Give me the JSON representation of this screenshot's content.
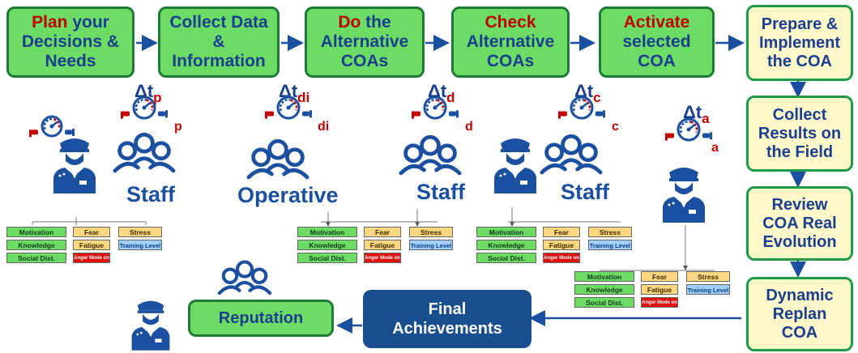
{
  "process": {
    "plan": {
      "highlight": "Plan",
      "rest_line1": " your",
      "line2": "Decisions &",
      "line3": "Needs"
    },
    "collect": {
      "line1": "Collect Data",
      "line2": "&",
      "line3": "Information"
    },
    "do": {
      "highlight": "Do",
      "rest_line1": " the",
      "line2": "Alternative",
      "line3": "COAs"
    },
    "check": {
      "highlight": "Check",
      "line2": "Alternative",
      "line3": "COAs"
    },
    "activate": {
      "highlight": "Activate",
      "line2": "selected",
      "line3": "COA"
    }
  },
  "right_column": {
    "prepare": "Prepare &\nImplement\nthe COA",
    "collect_results": "Collect\nResults on\nthe Field",
    "review": "Review\nCOA Real\nEvolution",
    "replan": "Dynamic\nReplan\nCOA"
  },
  "bottom": {
    "final": "Final\nAchievements",
    "reputation": "Reputation"
  },
  "time_labels": {
    "delta": "Δt",
    "p": "p",
    "di": "di",
    "d": "d",
    "c": "c",
    "a": "a"
  },
  "groups": {
    "staff1": "Staff",
    "operative": "Operative",
    "staff2": "Staff",
    "staff3": "Staff"
  },
  "factor_tags": {
    "motivation": "Motivation",
    "knowledge": "Knowledge",
    "social": "Social Dist.",
    "fear": "Fear",
    "fatigue": "Fatigue",
    "anger": "Anger Mode on",
    "stress": "Stress",
    "training": "Training Level"
  },
  "colors": {
    "green_box": "#6ddc64",
    "green_border": "#1f7a3a",
    "navy": "#1a4f8f",
    "text_blue": "#1b3f8f",
    "accent_red": "#c00000",
    "cream": "#fff8c8"
  }
}
